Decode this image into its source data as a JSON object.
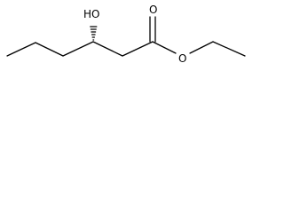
{
  "molecule": {
    "atoms": {
      "hydroxyl": "HO",
      "carbonyl_oxygen": "O",
      "ester_oxygen": "O"
    },
    "stereocenter": "wedge-hash",
    "colors": {
      "bond": "#000000",
      "label": "#000000",
      "background": "#ffffff"
    }
  }
}
